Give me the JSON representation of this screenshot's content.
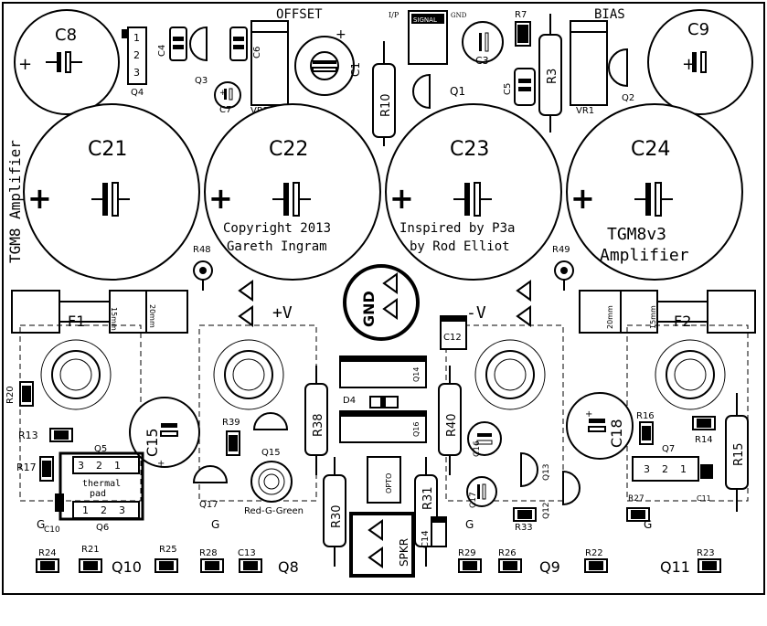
{
  "header": {
    "offset": "OFFSET",
    "bias": "BIAS",
    "ip": "I/P",
    "signal": "SIGNAL",
    "gnd_small": "GND"
  },
  "side_label": "TGM8 Amplifier",
  "caps": {
    "c1": "C1",
    "c3": "C3",
    "c4": "C4",
    "c5": "C5",
    "c6": "C6",
    "c7": "C7",
    "c8": "C8",
    "c9": "C9",
    "c10": "C10",
    "c11": "C11",
    "c12": "C12",
    "c13": "C13",
    "c14": "C14",
    "c15": "C15",
    "c16": "C16",
    "c17": "C17",
    "c18": "C18",
    "c21": "C21",
    "c22": "C22",
    "c23": "C23",
    "c24": "C24"
  },
  "resistors": {
    "r3": "R3",
    "r7": "R7",
    "r10": "R10",
    "r13": "R13",
    "r14": "R14",
    "r15": "R15",
    "r16": "R16",
    "r17": "R17",
    "r20": "R20",
    "r21": "R21",
    "r22": "R22",
    "r23": "R23",
    "r24": "R24",
    "r25": "R25",
    "r26": "R26",
    "r27": "R27",
    "r28": "R28",
    "r29": "R29",
    "r30": "R30",
    "r31": "R31",
    "r33": "R33",
    "r38": "R38",
    "r39": "R39",
    "r40": "R40",
    "r48": "R48",
    "r49": "R49"
  },
  "transistors": {
    "q1": "Q1",
    "q2": "Q2",
    "q3": "Q3",
    "q4": "Q4",
    "q5": "Q5",
    "q6": "Q6",
    "q7": "Q7",
    "q8": "Q8",
    "q9": "Q9",
    "q10": "Q10",
    "q11": "Q11",
    "q12": "Q12",
    "q13": "Q13",
    "q14": "Q14",
    "q15": "Q15",
    "q16": "Q16",
    "q17": "Q17"
  },
  "misc": {
    "vr1": "VR1",
    "vr2": "VR2",
    "f1": "F1",
    "f2": "F2",
    "d4": "D4",
    "plus_v": "+V",
    "minus_v": "-V",
    "gnd": "GND",
    "spkr": "SPKR",
    "opto": "OPTO",
    "thermal": "thermal",
    "pad": "pad",
    "red_green": "Red-G-Green",
    "mm15": "15mm",
    "mm20": "20mm",
    "g": "G",
    "pin3": "3",
    "pin2": "2",
    "pin1": "1"
  },
  "silkscreen": {
    "copyright_1": "Copyright 2013",
    "copyright_2": "Gareth Ingram",
    "inspired_1": "Inspired by P3a",
    "inspired_2": "by Rod Elliot",
    "model_1": "TGM8v3",
    "model_2": "Amplifier"
  },
  "colors": {
    "ink": "#000000",
    "board": "#ffffff"
  }
}
